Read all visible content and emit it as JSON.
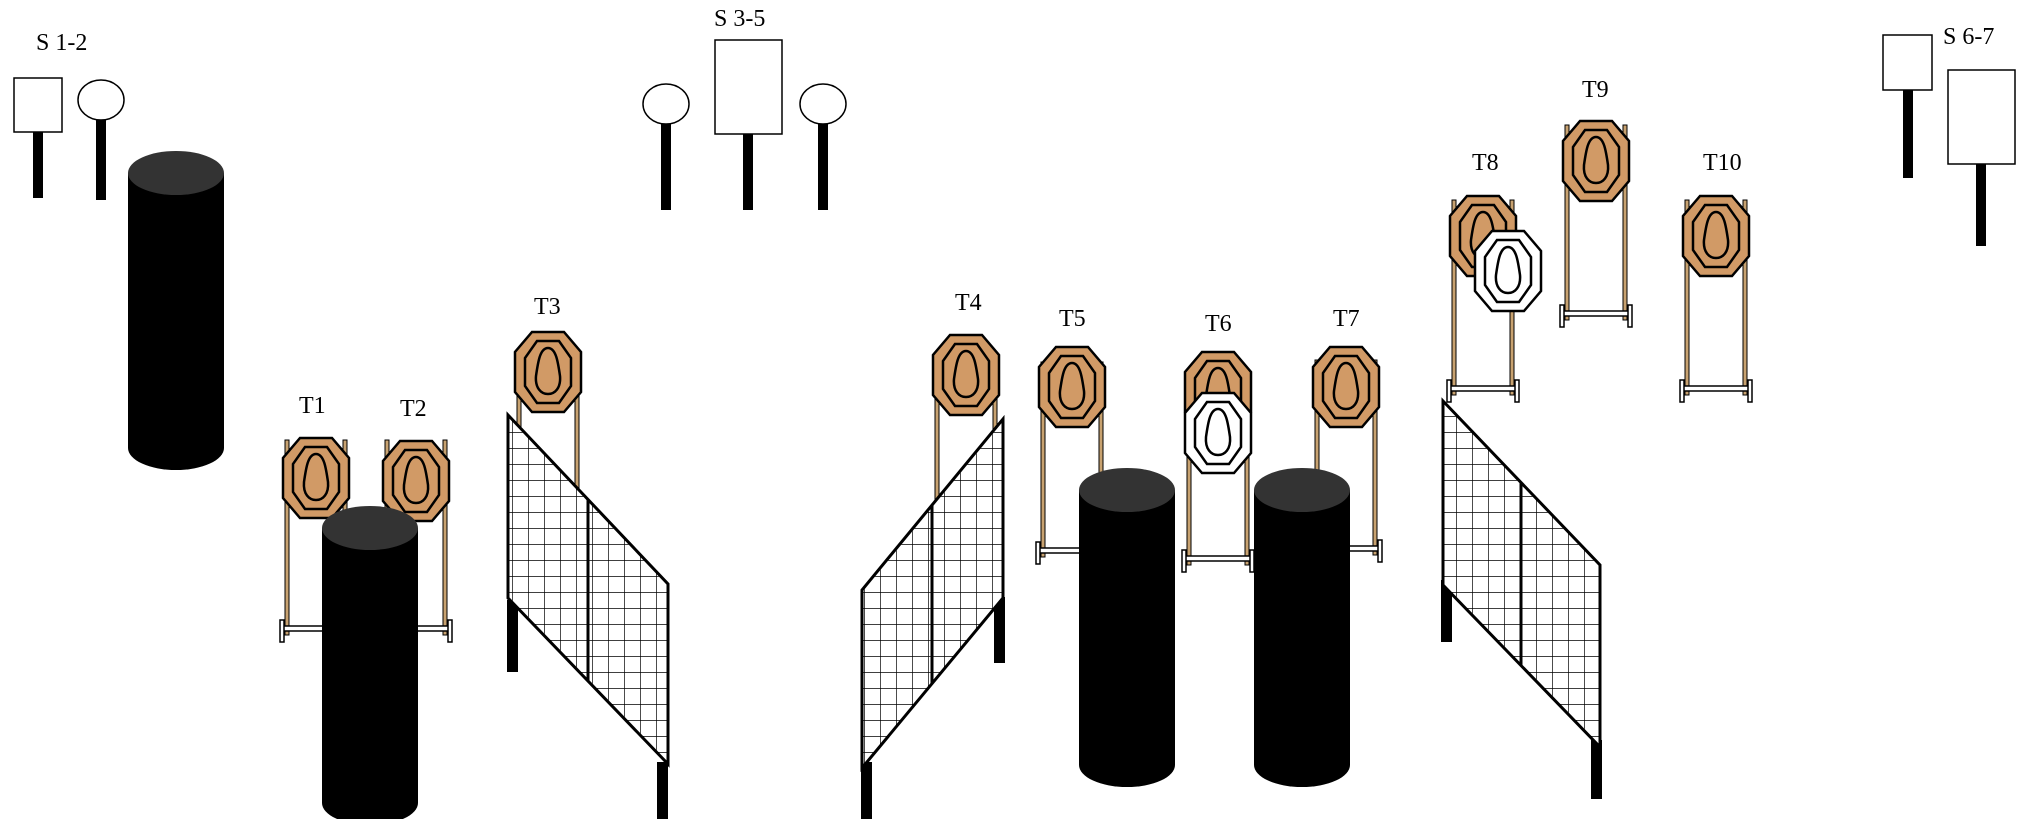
{
  "labels": {
    "s12": "S 1-2",
    "s35": "S 3-5",
    "s67": "S 6-7",
    "t1": "T1",
    "t2": "T2",
    "t3": "T3",
    "t4": "T4",
    "t5": "T5",
    "t6": "T6",
    "t7": "T7",
    "t8": "T8",
    "t9": "T9",
    "t10": "T10"
  },
  "colors": {
    "target_fill": "#d19a66",
    "no_shoot_fill": "#ffffff",
    "barrel_body": "#000000",
    "barrel_top": "#333333",
    "line": "#000000",
    "stand_wood": "#c8a270"
  }
}
